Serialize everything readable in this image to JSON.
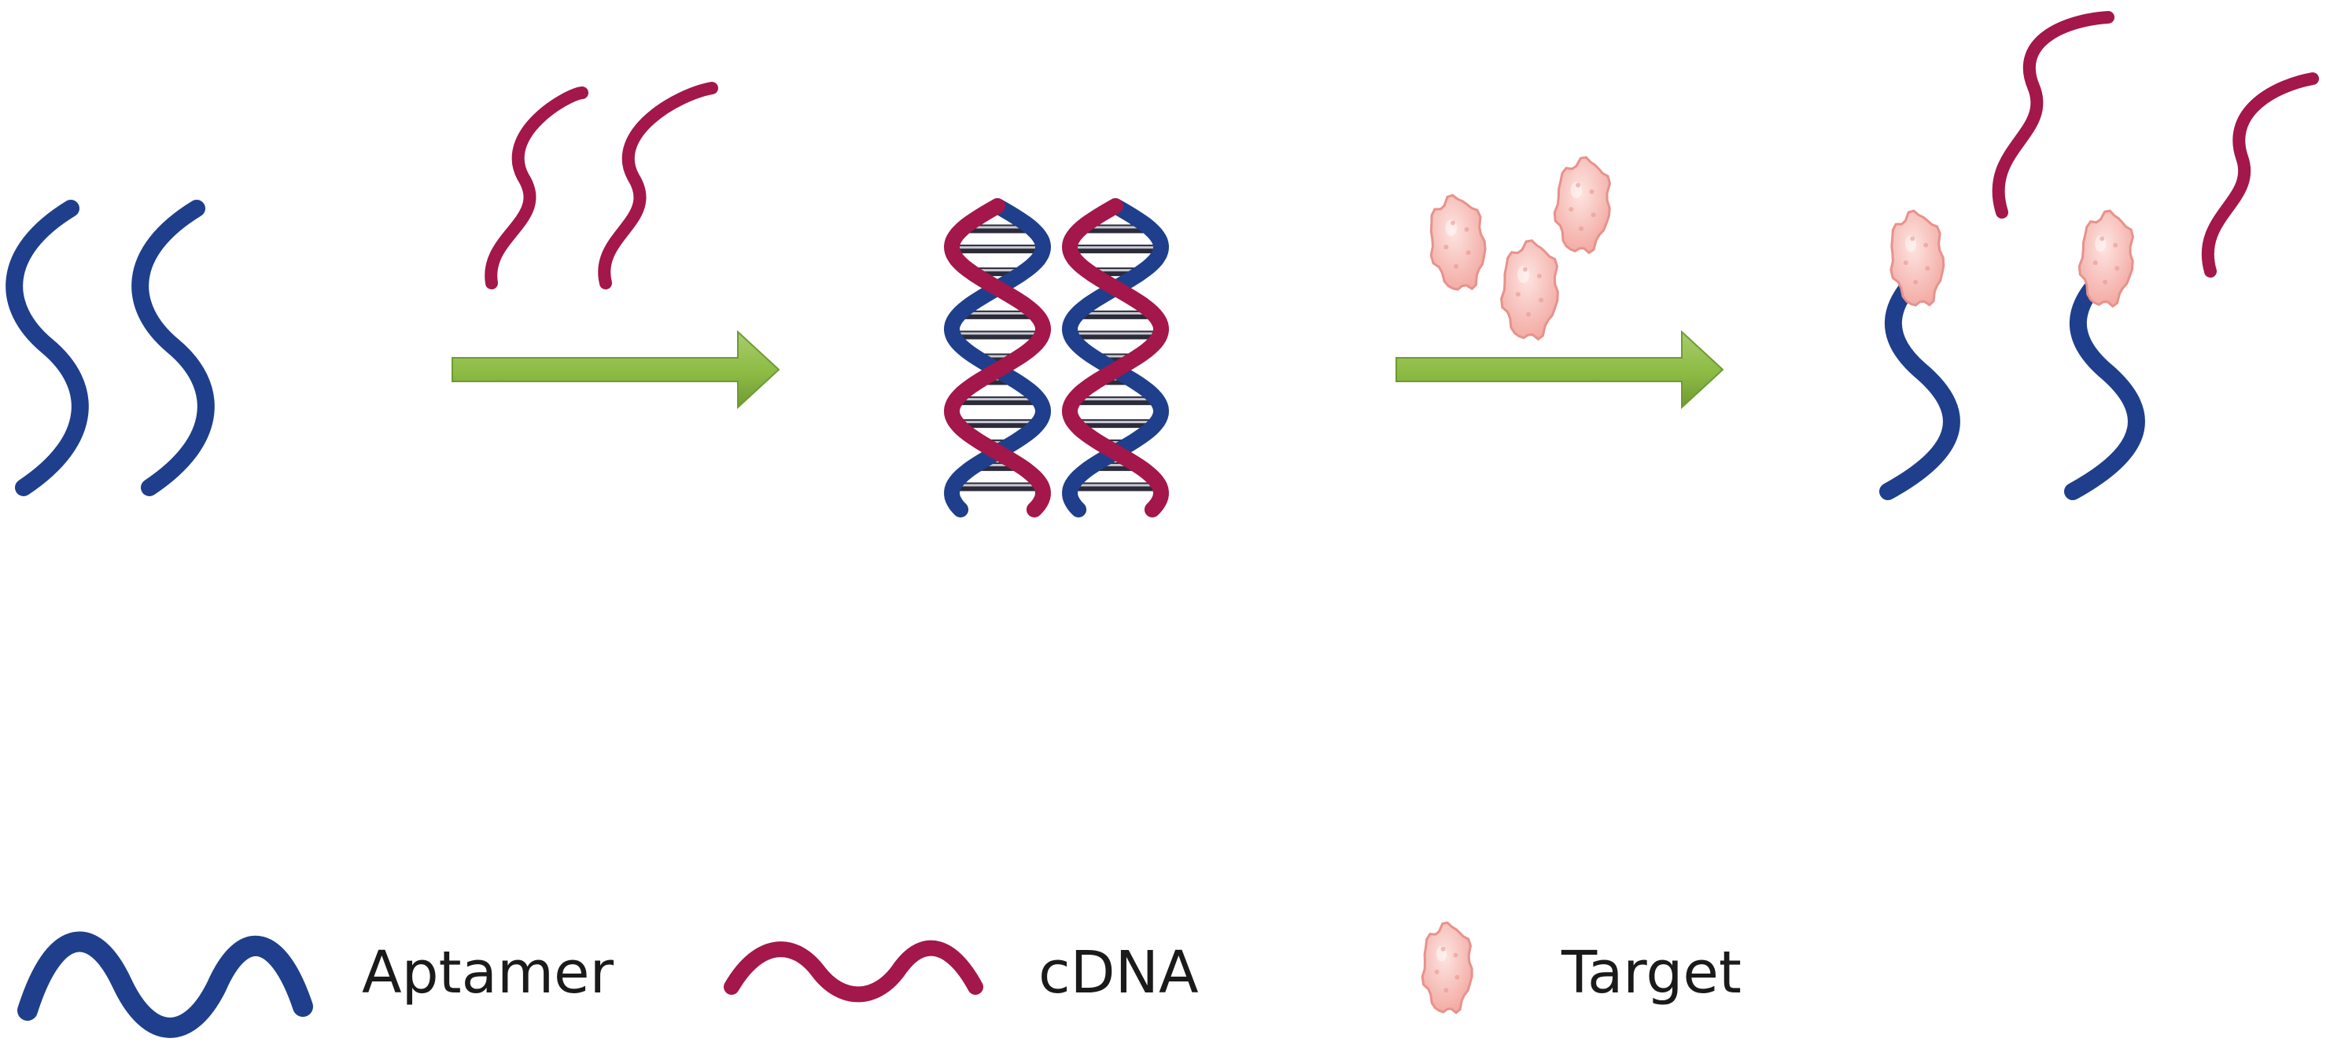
{
  "colors": {
    "aptamer": "#1f3f8c",
    "cdna": "#a3174a",
    "target_fill": "#f9c4bf",
    "target_stroke": "#e7928c",
    "arrow": "#8cbb44",
    "arrow_edge": "#6f9a33",
    "rung": "#2b2b3a"
  },
  "icons": {
    "aptamer": "blue-wave-strand-icon",
    "cdna": "red-wave-strand-icon",
    "target": "pink-target-molecule-icon",
    "arrow": "green-right-arrow-icon"
  },
  "legend": {
    "aptamer_label": "Aptamer",
    "cdna_label": "cDNA",
    "target_label": "Target"
  }
}
